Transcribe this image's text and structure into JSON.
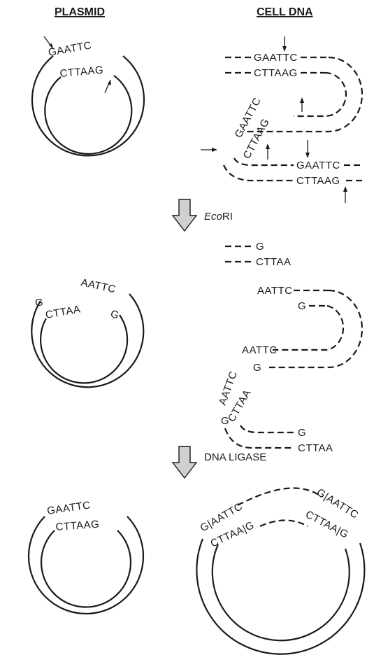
{
  "headers": {
    "plasmid": "PLASMID",
    "cell_dna": "CELL DNA"
  },
  "steps": {
    "enzyme_prefix": "Eco",
    "enzyme_suffix": "RI",
    "ligase": "DNA LIGASE"
  },
  "sequences": {
    "gaattc": "GAATTC",
    "cttaag": "CTTAAG",
    "aattc": "AATTC",
    "cttaa": "CTTAA",
    "g": "G",
    "aattc_partial": "AATTC",
    "cttaa_partial": "CTTAA",
    "gaattc_boxed_top": "G|AATTC",
    "cttaag_boxed_bottom": "CTTAA|G"
  }
}
